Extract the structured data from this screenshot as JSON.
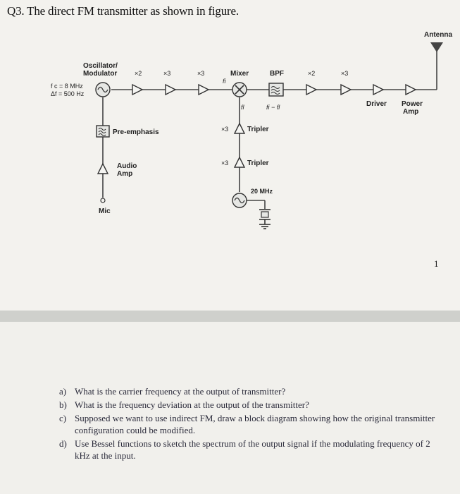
{
  "title": "Q3. The direct FM transmitter as shown in figure.",
  "page_number": "1",
  "diagram": {
    "antenna_label": "Antenna",
    "osc_label_1": "Oscillator/",
    "osc_label_2": "Modulator",
    "fc_label": "f c = 8 MHz",
    "df_label": "Δf = 500 Hz",
    "mult_1": "×2",
    "mult_2": "×3",
    "mult_3": "×3",
    "fi_label": "fi",
    "mixer_label": "Mixer",
    "bpf_label": "BPF",
    "mult_4": "×2",
    "mult_5": "×3",
    "fl_label": "fl",
    "diff_label": "fi − fl",
    "driver_label": "Driver",
    "power_amp_1": "Power",
    "power_amp_2": "Amp",
    "preemphasis_label": "Pre-emphasis",
    "tripler_mult_1": "×3",
    "tripler_label_1": "Tripler",
    "tripler_mult_2": "×3",
    "tripler_label_2": "Tripler",
    "audio_amp_1": "Audio",
    "audio_amp_2": "Amp",
    "xtal_freq": "20 MHz",
    "mic_label": "Mic"
  },
  "questions": [
    {
      "label": "a)",
      "text": "What is the carrier frequency at the output of transmitter?"
    },
    {
      "label": "b)",
      "text": "What is the frequency deviation at the output of the transmitter?"
    },
    {
      "label": "c)",
      "text": "Supposed we want to use indirect FM, draw a block diagram showing how the original transmitter configuration could be modified."
    },
    {
      "label": "d)",
      "text": "Use Bessel functions to sketch the spectrum of the output signal if the modulating frequency of 2 kHz at the input."
    }
  ]
}
